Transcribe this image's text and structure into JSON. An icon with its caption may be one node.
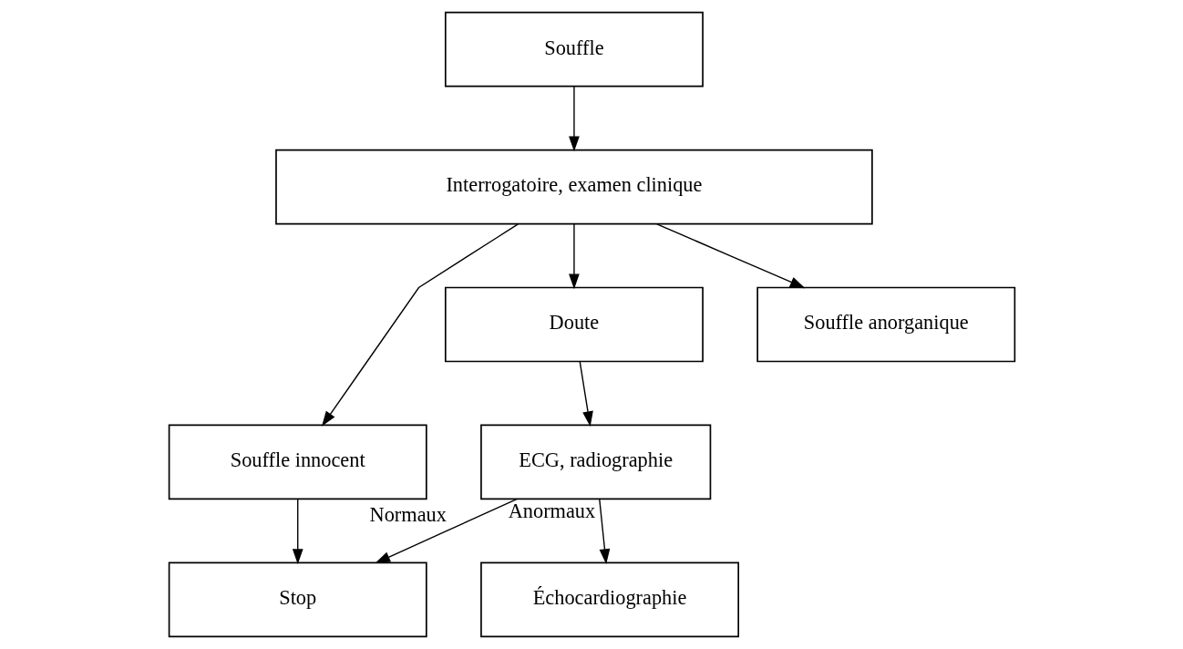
{
  "diagram": {
    "nodes": [
      {
        "text": [
          "Souffle"
        ]
      },
      {
        "text": [
          "Interrogatoire, examen clinique"
        ]
      },
      {
        "text": [
          "Souffle innocent"
        ]
      },
      {
        "text": [
          "Doute"
        ]
      },
      {
        "text": [
          "Souffle anorganique"
        ]
      },
      {
        "text": [
          "ECG, radiographie"
        ]
      },
      {
        "text": [
          "Stop"
        ]
      },
      {
        "text": [
          "Échocardiographie"
        ]
      }
    ],
    "edges": [
      {
        "from": 0,
        "to": 1,
        "arrow": "to"
      },
      {
        "from": 1,
        "to": 2,
        "arrow": "to"
      },
      {
        "from": 1,
        "to": 3,
        "arrow": "to"
      },
      {
        "from": 1,
        "to": 4,
        "arrow": "to"
      },
      {
        "from": 2,
        "to": 6,
        "arrow": "to"
      },
      {
        "from": 3,
        "to": 5,
        "arrow": "to"
      },
      {
        "from": 5,
        "to": 6,
        "arrow": "to",
        "label": "Normaux"
      },
      {
        "from": 5,
        "to": 7,
        "arrow": "to",
        "label": "Anormaux"
      }
    ]
  }
}
